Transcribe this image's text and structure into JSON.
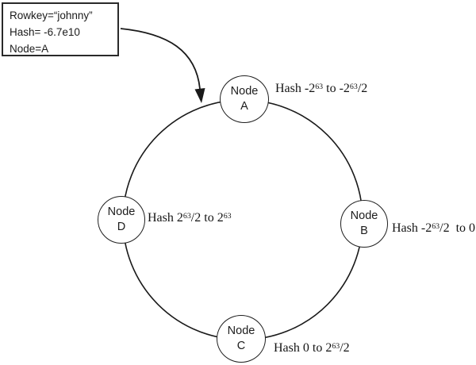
{
  "diagram": {
    "description": "Consistent hash ring with four nodes",
    "background_color": "#ffffff",
    "line_color": "#1a1a1a"
  },
  "callout": {
    "line1": "Rowkey=“johnny”",
    "line2": "Hash= -6.7e10",
    "line3": "Node=A"
  },
  "nodes": [
    {
      "id": "A",
      "line1": "Node",
      "line2": "A",
      "position": "top"
    },
    {
      "id": "B",
      "line1": "Node",
      "line2": "B",
      "position": "right"
    },
    {
      "id": "C",
      "line1": "Node",
      "line2": "C",
      "position": "bottom"
    },
    {
      "id": "D",
      "line1": "Node",
      "line2": "D",
      "position": "left"
    }
  ],
  "hash_labels": [
    {
      "node": "A",
      "pre": "Hash -2",
      "sup1": "63",
      "mid": " to -2",
      "sup2": "63",
      "post": "/2"
    },
    {
      "node": "B",
      "pre": "Hash -2",
      "sup1": "63",
      "mid": "/2  to 0",
      "sup2": "",
      "post": ""
    },
    {
      "node": "C",
      "pre": "Hash 0 to 2",
      "sup1": "63",
      "mid": "/2",
      "sup2": "",
      "post": ""
    },
    {
      "node": "D",
      "pre": "Hash 2",
      "sup1": "63",
      "mid": "/2 to 2",
      "sup2": "63",
      "post": ""
    }
  ]
}
